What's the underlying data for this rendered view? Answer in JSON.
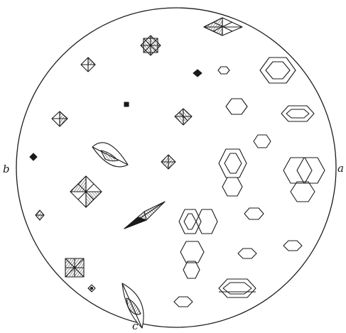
{
  "figure": {
    "labels": {
      "a": "a",
      "b": "b",
      "c": "c"
    },
    "colors": {
      "ink": "#1a1a1a",
      "paper": "#ffffff"
    }
  }
}
